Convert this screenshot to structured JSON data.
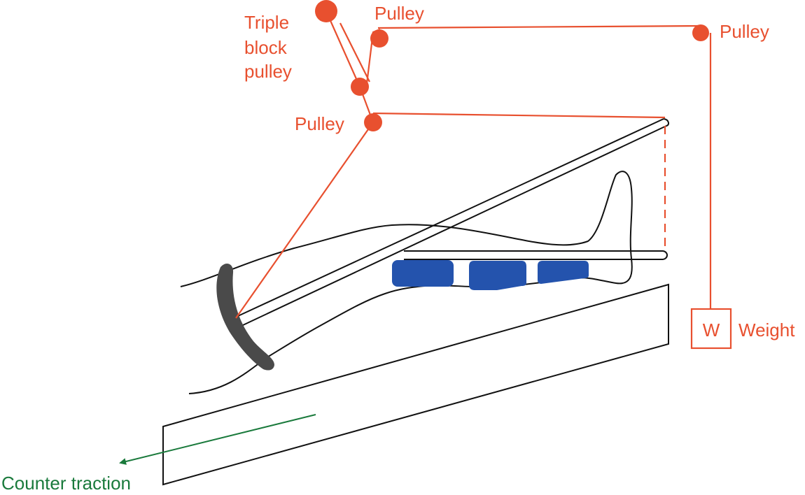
{
  "labels": {
    "triple_block_pulley": [
      "Triple",
      "block",
      "pulley"
    ],
    "pulley_top": "Pulley",
    "pulley_right": "Pulley",
    "pulley_left": "Pulley",
    "weight_letter": "W",
    "weight": "Weight",
    "counter_traction": "Counter traction"
  },
  "colors": {
    "rope": "#e8502f",
    "pads": "#2453ad",
    "counter_traction": "#1a7a3c",
    "ring": "#4a4a4a"
  }
}
